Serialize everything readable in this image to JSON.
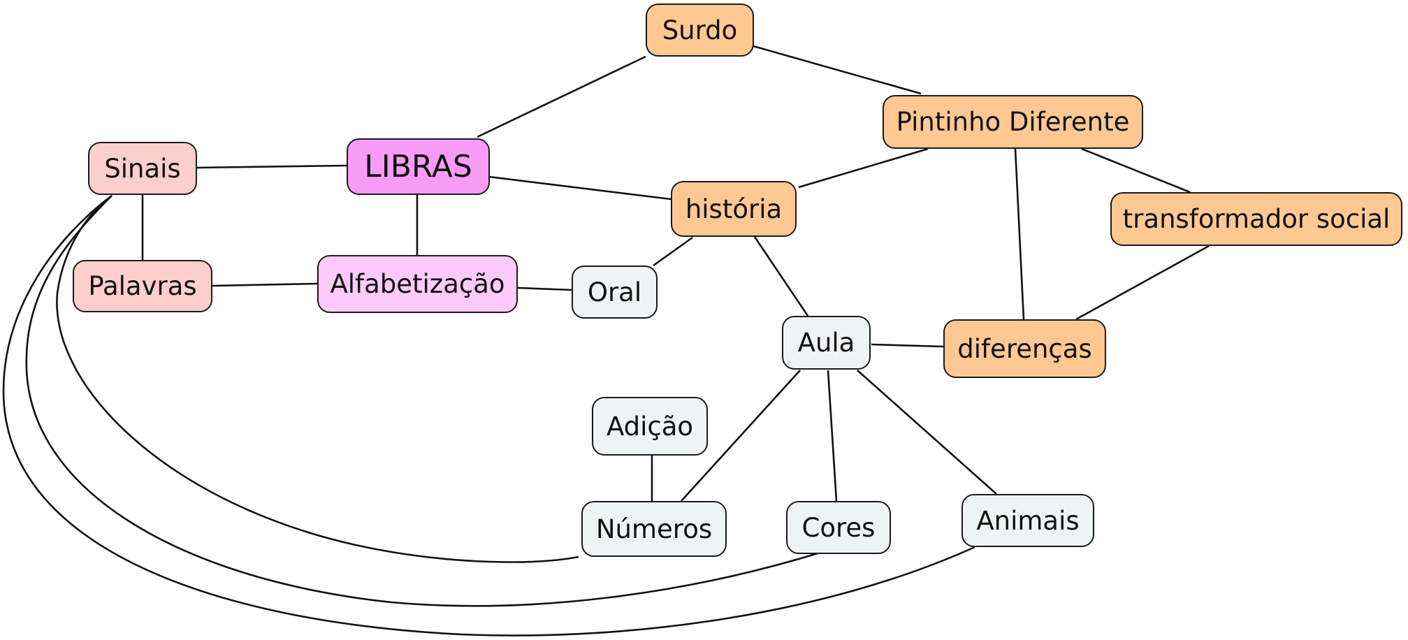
{
  "colors": {
    "root": "#f99cf8",
    "alfabetizacao": "#fccafb",
    "sinais": "#fccfcc",
    "orange": "#ffc893",
    "light": "#eef3f4",
    "line": "#111111"
  },
  "nodes": {
    "libras": "LIBRAS",
    "sinais": "Sinais",
    "palavras": "Palavras",
    "alfabetizacao": "Alfabetização",
    "oral": "Oral",
    "surdo": "Surdo",
    "pintinho": "Pintinho Diferente",
    "historia": "história",
    "transformador": "transformador social",
    "diferencas": "diferenças",
    "aula": "Aula",
    "adicao": "Adição",
    "numeros": "Números",
    "cores": "Cores",
    "animais": "Animais"
  }
}
